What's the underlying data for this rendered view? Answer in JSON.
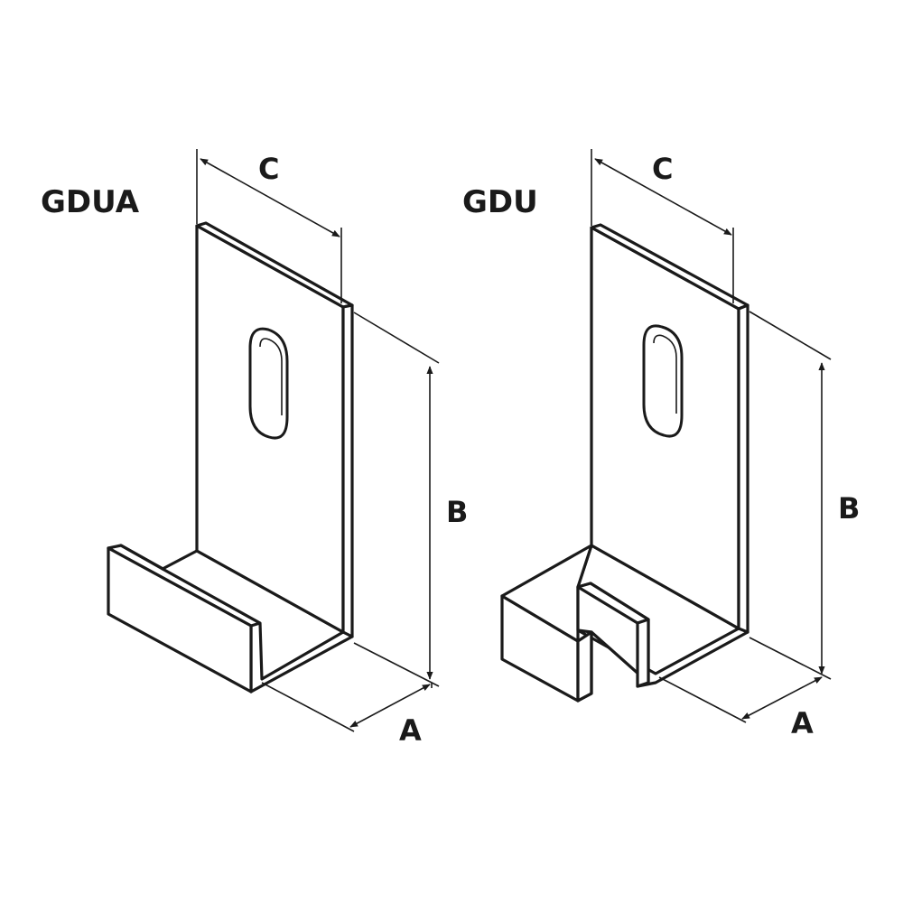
{
  "diagram": {
    "left_part": {
      "title": "GDUA",
      "dim_width": "C",
      "dim_height": "B",
      "dim_depth": "A"
    },
    "right_part": {
      "title": "GDU",
      "dim_width": "C",
      "dim_height": "B",
      "dim_depth": "A"
    },
    "colors": {
      "line": "#1a1a1a",
      "fill": "#ffffff",
      "background": "#ffffff"
    }
  }
}
